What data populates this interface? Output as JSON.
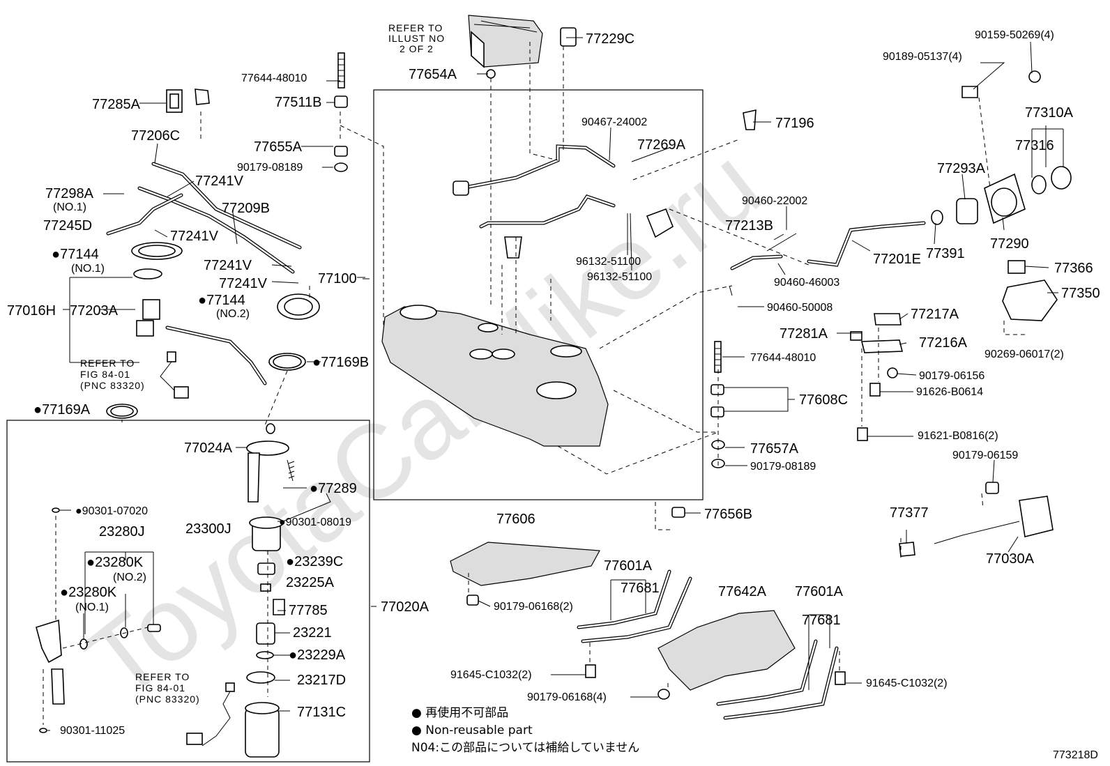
{
  "watermark": "ToyotaCarMike.ru",
  "diagram_code": "773218D",
  "legend": {
    "jp": "● 再使用不可部品",
    "en": "● Non-reusable part",
    "note": "N04:この部品については補給していません"
  },
  "notes": [
    "REFER TO",
    "ILLUST NO",
    "2 OF 2",
    "REFER TO",
    "FIG 84-01",
    "(PNC 83320)",
    "REFER TO",
    "FIG 84-01",
    "(PNC 83320)"
  ],
  "labels": [
    "77229C",
    "77654A",
    "90159-50269(4)",
    "90189-05137(4)",
    "77644-48010",
    "77511B",
    "77285A",
    "77655A",
    "90179-08189",
    "77206C",
    "90467-24002",
    "77269A",
    "77196",
    "77310A",
    "77316",
    "77241V",
    "77293A",
    "77298A",
    "(NO.1)",
    "77209B",
    "77245D",
    "90460-22002",
    "77213B",
    "77241V",
    "●77144",
    "(NO.1)",
    "96132-51100",
    "96132-51100",
    "77201E",
    "77391",
    "77290",
    "77241V",
    "77100",
    "77241V",
    "●77144",
    "(NO.2)",
    "90460-46003",
    "77366",
    "77016H",
    "77203A",
    "90460-50008",
    "77350",
    "77217A",
    "77281A",
    "77216A",
    "77644-48010",
    "●77169B",
    "90269-06017(2)",
    "90179-06156",
    "91626-B0614",
    "77608C",
    "●77169A",
    "91621-B0816(2)",
    "77024A",
    "77657A",
    "90179-08189",
    "90179-06159",
    "●77289",
    "●90301-07020",
    "●90301-08019",
    "77606",
    "77656B",
    "77377",
    "23300J",
    "23280J",
    "77030A",
    "●23280K",
    "●23239C",
    "(NO.2)",
    "23225A",
    "77601A",
    "77681",
    "●23280K",
    "(NO.1)",
    "77020A",
    "90179-06168(2)",
    "77785",
    "77642A",
    "77601A",
    "23221",
    "77681",
    "●23229A",
    "91645-C1032(2)",
    "23217D",
    "91645-C1032(2)",
    "90179-06168(4)",
    "77131C",
    "90301-11025"
  ]
}
